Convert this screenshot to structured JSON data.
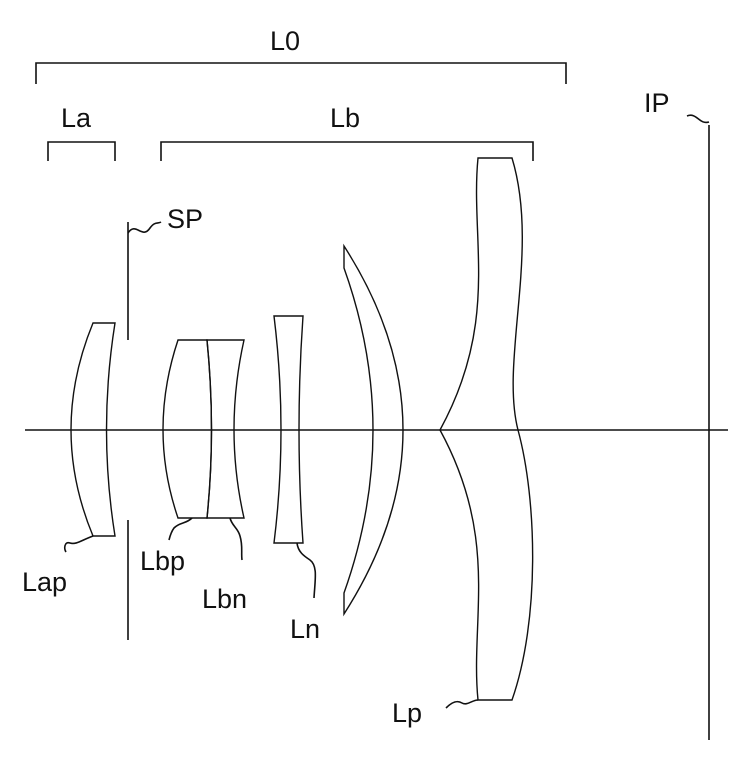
{
  "labels": {
    "L0": "L0",
    "La": "La",
    "Lb": "Lb",
    "IP": "IP",
    "SP": "SP",
    "Lap": "Lap",
    "Lbp": "Lbp",
    "Lbn": "Lbn",
    "Ln": "Ln",
    "Lp": "Lp"
  }
}
